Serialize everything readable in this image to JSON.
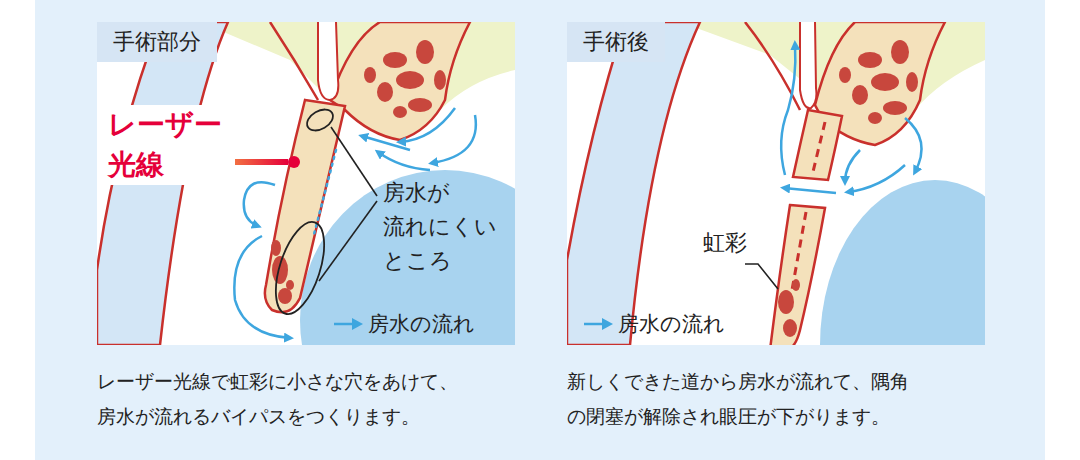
{
  "diagram": {
    "nodes": [
      {
        "text": [
          "手術部分"
        ]
      },
      {
        "text": [
          "手術後"
        ]
      }
    ],
    "labels": [
      "レーザー 光線",
      "房水が 流れにくい ところ",
      "虹彩",
      "レーザー光線で虹彩に小さな穴をあけて、房水が流れるバイパスをつくります。",
      "新しくできた道から房水が流れて、隅角の閉塞が解除され眼圧が下がります。"
    ],
    "legend": [
      {
        "text": "房水の流れ"
      },
      {
        "text": "房水の流れ"
      }
    ]
  }
}
